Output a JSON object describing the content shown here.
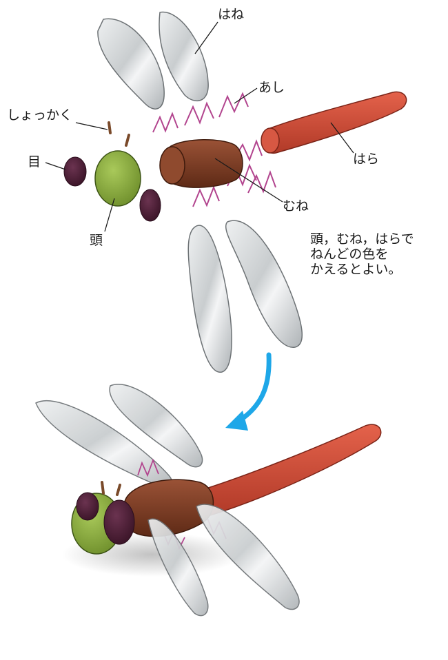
{
  "labels": {
    "hane": "はね",
    "ashi": "あし",
    "shokkaku": "しょっかく",
    "me": "目",
    "hara": "はら",
    "mune": "むね",
    "atama": "頭"
  },
  "note": {
    "lines": [
      "頭，むね，はらで",
      "ねんどの色を",
      "かえるとよい。"
    ]
  },
  "colors": {
    "head": "#8bae3c",
    "eye": "#4a1f33",
    "thorax": "#7a3a22",
    "abdomen": "#d14f3a",
    "wing": "#d9dddf",
    "legs": "#b2448e",
    "antenna": "#7a4a2a",
    "arrow": "#1ea7e8"
  }
}
